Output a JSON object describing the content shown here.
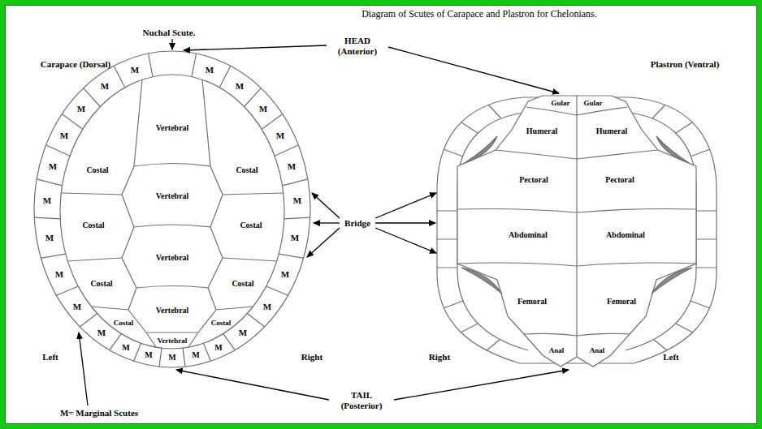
{
  "diagram": {
    "title": "Diagram of Scutes of Carapace and Plastron for Chelonians.",
    "labels": [
      "Carapace (Dorsal)",
      "Nuchal Scute.",
      "HEAD (Anterior)",
      "Plastron (Ventral)",
      "M",
      "M",
      "M",
      "M",
      "M",
      "M",
      "M",
      "M",
      "M",
      "M",
      "M",
      "M",
      "M",
      "M",
      "M",
      "M",
      "M",
      "M",
      "M",
      "M",
      "M",
      "M",
      "M",
      "M",
      "M",
      "Vertebral",
      "Costal",
      "Costal",
      "Vertebral",
      "Costal",
      "Costal",
      "Vertebral",
      "Costal",
      "Costal",
      "Vertebral",
      "Costal",
      "Costal",
      "Vertebral",
      "Bridge",
      "Gular",
      "Gular",
      "Humeral",
      "Humeral",
      "Pectoral",
      "Pectoral",
      "Abdominal",
      "Abdominal",
      "Femoral",
      "Femoral",
      "Anal",
      "Anal",
      "Left",
      "Right",
      "Right",
      "Left",
      "TAIL (Posterior)",
      "M= Marginal Scutes"
    ]
  }
}
